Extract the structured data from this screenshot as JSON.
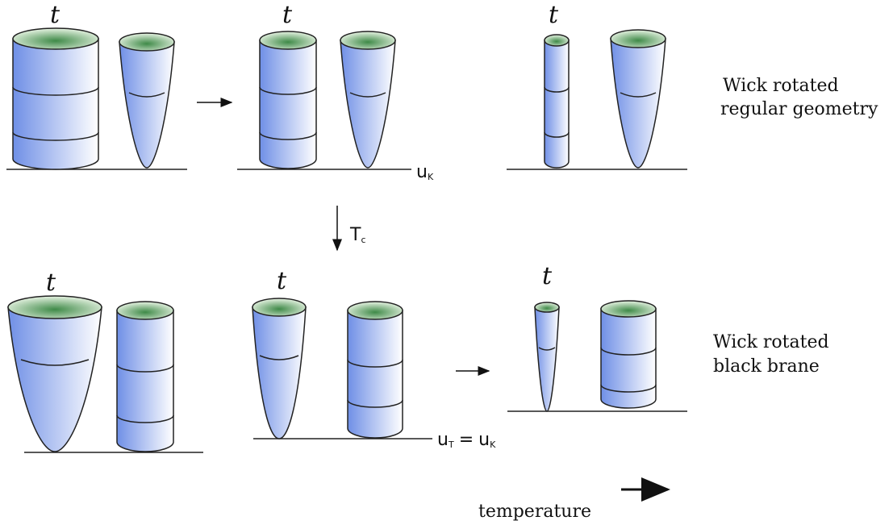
{
  "time_label": "t",
  "regular": {
    "caption_line1": "Wick rotated",
    "caption_line2": "regular geometry",
    "floor_label_main": "u",
    "floor_label_sub": "K"
  },
  "transition": {
    "label_main": "T",
    "label_sub": "c"
  },
  "black_brane": {
    "caption_line1": "Wick rotated",
    "caption_line2": "black brane",
    "floor_label_main_1": "u",
    "floor_label_sub_1": "T",
    "floor_label_eq": "=",
    "floor_label_main_2": "u",
    "floor_label_sub_2": "K"
  },
  "axis_label": "temperature",
  "colors": {
    "surface_left": "#6f8fe6",
    "surface_right": "#ffffff",
    "top_outer": "#e8f2e4",
    "top_inner": "#3f8a48",
    "stroke": "#222222"
  }
}
